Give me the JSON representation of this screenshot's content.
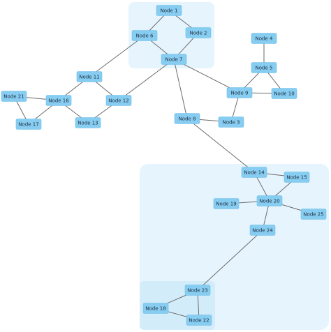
{
  "diagram": {
    "nodes": [
      {
        "id": "n1",
        "label": "Node 1"
      },
      {
        "id": "n2",
        "label": "Node 2"
      },
      {
        "id": "n3",
        "label": "Node 3"
      },
      {
        "id": "n4",
        "label": "Node 4"
      },
      {
        "id": "n5",
        "label": "Node 5"
      },
      {
        "id": "n6",
        "label": "Node 6"
      },
      {
        "id": "n7",
        "label": "Node 7"
      },
      {
        "id": "n8",
        "label": "Node 8"
      },
      {
        "id": "n9",
        "label": "Node 9"
      },
      {
        "id": "n10",
        "label": "Node 10"
      },
      {
        "id": "n11",
        "label": "Node 11"
      },
      {
        "id": "n12",
        "label": "Node 12"
      },
      {
        "id": "n13",
        "label": "Node 13"
      },
      {
        "id": "n14",
        "label": "Node 14"
      },
      {
        "id": "n15",
        "label": "Node 15"
      },
      {
        "id": "n16",
        "label": "Node 16"
      },
      {
        "id": "n17",
        "label": "Node 17"
      },
      {
        "id": "n18",
        "label": "Node 18"
      },
      {
        "id": "n19",
        "label": "Node 19"
      },
      {
        "id": "n20",
        "label": "Node 20"
      },
      {
        "id": "n21",
        "label": "Node 21"
      },
      {
        "id": "n22",
        "label": "Node 22"
      },
      {
        "id": "n23",
        "label": "Node 23"
      },
      {
        "id": "n24",
        "label": "Node 24"
      },
      {
        "id": "n25",
        "label": "Node 25"
      }
    ],
    "edges": [
      [
        "n1",
        "n6"
      ],
      [
        "n1",
        "n2"
      ],
      [
        "n2",
        "n7"
      ],
      [
        "n6",
        "n7"
      ],
      [
        "n6",
        "n11"
      ],
      [
        "n7",
        "n12"
      ],
      [
        "n7",
        "n9"
      ],
      [
        "n7",
        "n8"
      ],
      [
        "n4",
        "n5"
      ],
      [
        "n5",
        "n9"
      ],
      [
        "n5",
        "n10"
      ],
      [
        "n9",
        "n10"
      ],
      [
        "n9",
        "n3"
      ],
      [
        "n8",
        "n3"
      ],
      [
        "n8",
        "n14"
      ],
      [
        "n11",
        "n16"
      ],
      [
        "n11",
        "n12"
      ],
      [
        "n12",
        "n13"
      ],
      [
        "n16",
        "n13"
      ],
      [
        "n21",
        "n16"
      ],
      [
        "n21",
        "n17"
      ],
      [
        "n16",
        "n17"
      ],
      [
        "n14",
        "n15"
      ],
      [
        "n14",
        "n20"
      ],
      [
        "n15",
        "n20"
      ],
      [
        "n19",
        "n20"
      ],
      [
        "n20",
        "n25"
      ],
      [
        "n20",
        "n24"
      ],
      [
        "n24",
        "n23"
      ],
      [
        "n23",
        "n18"
      ],
      [
        "n23",
        "n22"
      ],
      [
        "n18",
        "n22"
      ]
    ],
    "colors": {
      "node_fill": "#87cdf2",
      "node_stroke": "#6fbde6",
      "edge": "#6b6b6b",
      "group_top": "#e6f5fd",
      "group_bottom": "#e6f5fd",
      "group_inner": "#d3ecfa"
    }
  }
}
